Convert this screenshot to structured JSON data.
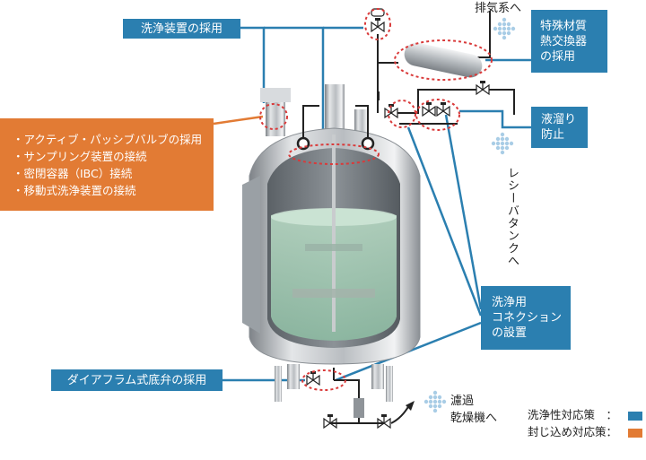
{
  "labels": {
    "cleaning_device": "洗浄装置の採用",
    "heat_exchanger": [
      "特殊材質",
      "熱交換器",
      "の採用"
    ],
    "prevent_pooling": [
      "液溜り",
      "防止"
    ],
    "cleaning_connection": [
      "洗浄用",
      "コネクション",
      "の設置"
    ],
    "diaphragm_valve": "ダイアフラム式底弁の採用",
    "sealing_measures": [
      "・アクティブ・パッシブバルブの採用",
      "・サンプリング装置の接続",
      "・密閉容器（IBC）接続",
      "・移動式洗浄装置の接続"
    ]
  },
  "flow": {
    "exhaust": "排気系へ",
    "receiver_tank": "レシーバタンクへ",
    "filter_dryer": [
      "濾過",
      "乾燥機へ"
    ]
  },
  "legend": [
    {
      "label": "洗浄性対応策　：",
      "color": "#2b7fb0"
    },
    {
      "label": "封じ込め対応策：",
      "color": "#e27b34"
    }
  ],
  "colors": {
    "blue": "#2b7fb0",
    "orange": "#e27b34",
    "highlight": "#d93a3a",
    "arrow": "#a9cde6"
  }
}
